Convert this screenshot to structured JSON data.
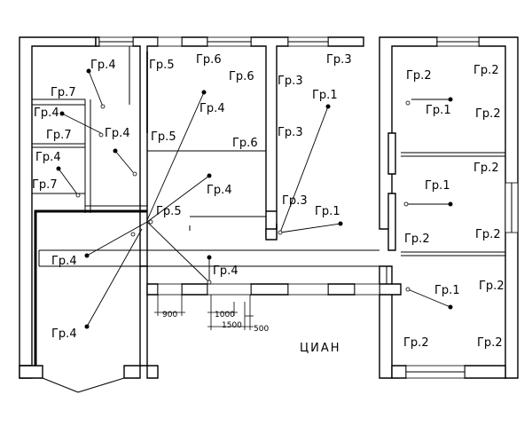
{
  "labels": [
    {
      "text": "Гр.4"
    },
    {
      "text": "Гр.5"
    },
    {
      "text": "Гр.6"
    },
    {
      "text": "Гр.3"
    },
    {
      "text": "Гр.2"
    },
    {
      "text": "Гр.2"
    },
    {
      "text": "Гр.7"
    },
    {
      "text": "Гр.6"
    },
    {
      "text": "Гр.3"
    },
    {
      "text": "Гр.1"
    },
    {
      "text": "Гр.1"
    },
    {
      "text": "Гр.2"
    },
    {
      "text": "Гр.4"
    },
    {
      "text": "Гр.4"
    },
    {
      "text": "Гр.7"
    },
    {
      "text": "Гр.4"
    },
    {
      "text": "Гр.5"
    },
    {
      "text": "Гр.6"
    },
    {
      "text": "Гр.3"
    },
    {
      "text": "Гр.4"
    },
    {
      "text": "Гр.2"
    },
    {
      "text": "Гр.7"
    },
    {
      "text": "Гр.4"
    },
    {
      "text": "Гр.1"
    },
    {
      "text": "Гр.3"
    },
    {
      "text": "Гр.1"
    },
    {
      "text": "Гр.5"
    },
    {
      "text": "Гр.2"
    },
    {
      "text": "Гр.2"
    },
    {
      "text": "Гр.4"
    },
    {
      "text": "Гр.4"
    },
    {
      "text": "Гр.1"
    },
    {
      "text": "Гр.2"
    },
    {
      "text": "Гр.4"
    },
    {
      "text": "Гр.2"
    },
    {
      "text": "Гр.2"
    }
  ],
  "dimensions": [
    "900",
    "1000",
    "1500",
    "500"
  ],
  "watermark": "ЦИАН"
}
